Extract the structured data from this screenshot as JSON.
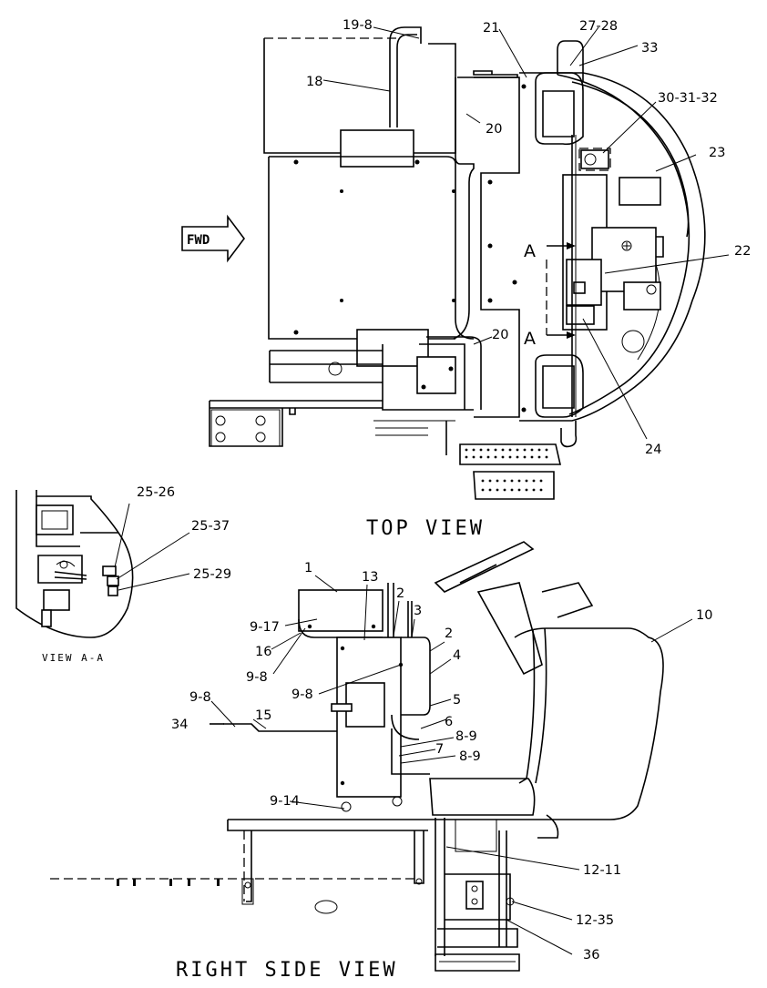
{
  "views": {
    "top": "TOP VIEW",
    "side": "RIGHT SIDE VIEW",
    "section": "VIEW A-A"
  },
  "arrow": {
    "fwd": "FWD"
  },
  "section_marks": {
    "a1": "A",
    "a2": "A"
  },
  "callouts": {
    "c19_8": "19-8",
    "c18": "18",
    "c21": "21",
    "c27_28": "27-28",
    "c33": "33",
    "c20a": "20",
    "c30_31_32": "30-31-32",
    "c23": "23",
    "c22": "22",
    "c20b": "20",
    "c24": "24",
    "c25_26": "25-26",
    "c25_37": "25-37",
    "c25_29": "25-29",
    "c1": "1",
    "c13": "13",
    "c2a": "2",
    "c3": "3",
    "c2b": "2",
    "c9_17": "9-17",
    "c16": "16",
    "c9_8a": "9-8",
    "c4": "4",
    "c9_8b": "9-8",
    "c5": "5",
    "c6": "6",
    "c9_8c": "9-8",
    "c15": "15",
    "c34": "34",
    "c8_9a": "8-9",
    "c7": "7",
    "c8_9b": "8-9",
    "c9_14": "9-14",
    "c10": "10",
    "c12_11": "12-11",
    "c12_35": "12-35",
    "c36": "36"
  }
}
